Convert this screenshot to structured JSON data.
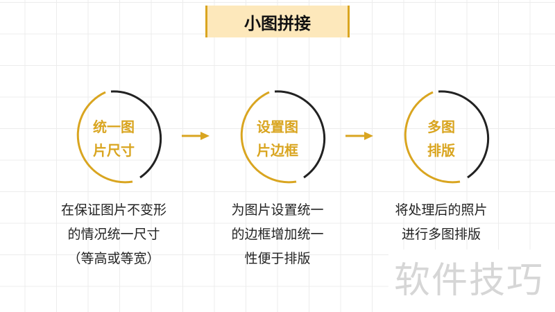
{
  "title": "小图拼接",
  "colors": {
    "accent": "#d9a520",
    "dark": "#222222",
    "title_bg": "#fde8bb"
  },
  "steps": [
    {
      "line1": "统一图",
      "line2": "片尺寸",
      "desc": [
        "在保证图片不变形",
        "的情况统一尺寸",
        "（等高或等宽）"
      ]
    },
    {
      "line1": "设置图",
      "line2": "片边框",
      "desc": [
        "为图片设置统一",
        "的边框增加统一",
        "性便于排版"
      ]
    },
    {
      "line1": "多图",
      "line2": "排版",
      "desc": [
        "将处理后的照片",
        "进行多图排版"
      ]
    }
  ],
  "arrows": [
    "arrow-right-icon",
    "arrow-right-icon"
  ],
  "watermark": "软件技巧"
}
